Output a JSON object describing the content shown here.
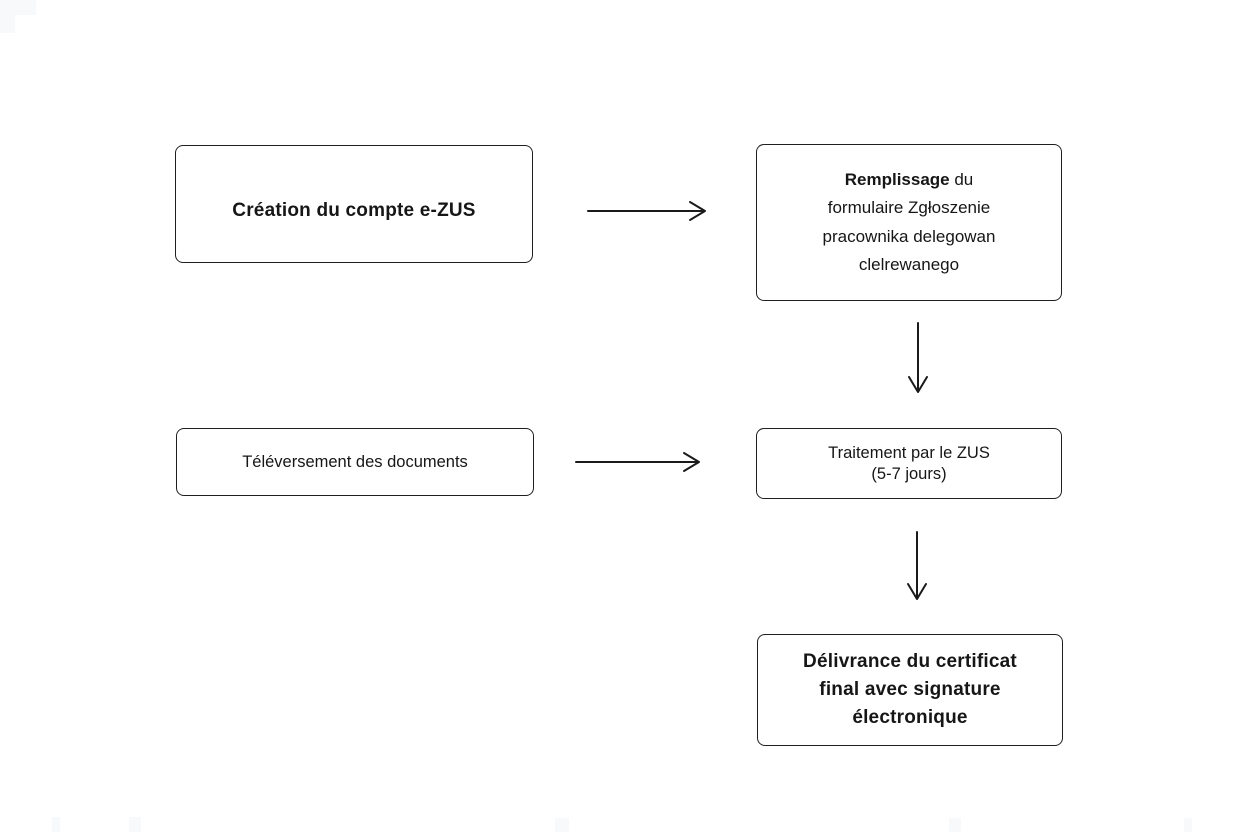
{
  "page": {
    "background": "#ffffff"
  },
  "colors": {
    "ink": "#1a1a1a",
    "box_border": "#1f1f1f",
    "box_fill": "#ffffff",
    "arrow": "#1a1a1a"
  },
  "nodes": {
    "create_account": {
      "label": "Création du compte e-ZUS"
    },
    "fill_form": {
      "lead_bold": "Remplissage",
      "lead_rest": " du",
      "line2": "formulaire Zgłoszenie",
      "line3": "pracownika delegowan",
      "line4": "clelrewanego"
    },
    "upload_docs": {
      "label": "Téléversement des documents"
    },
    "processing": {
      "line1": "Traitement par le ZUS",
      "line2": "(5-7 jours)"
    },
    "certificate": {
      "line1": "Délivrance du certificat",
      "line2": "final avec signature",
      "line3": "électronique"
    }
  },
  "edges": [
    {
      "from": "create_account",
      "to": "fill_form",
      "direction": "right"
    },
    {
      "from": "fill_form",
      "to": "processing",
      "direction": "down"
    },
    {
      "from": "upload_docs",
      "to": "processing",
      "direction": "right"
    },
    {
      "from": "processing",
      "to": "certificate",
      "direction": "down"
    }
  ]
}
